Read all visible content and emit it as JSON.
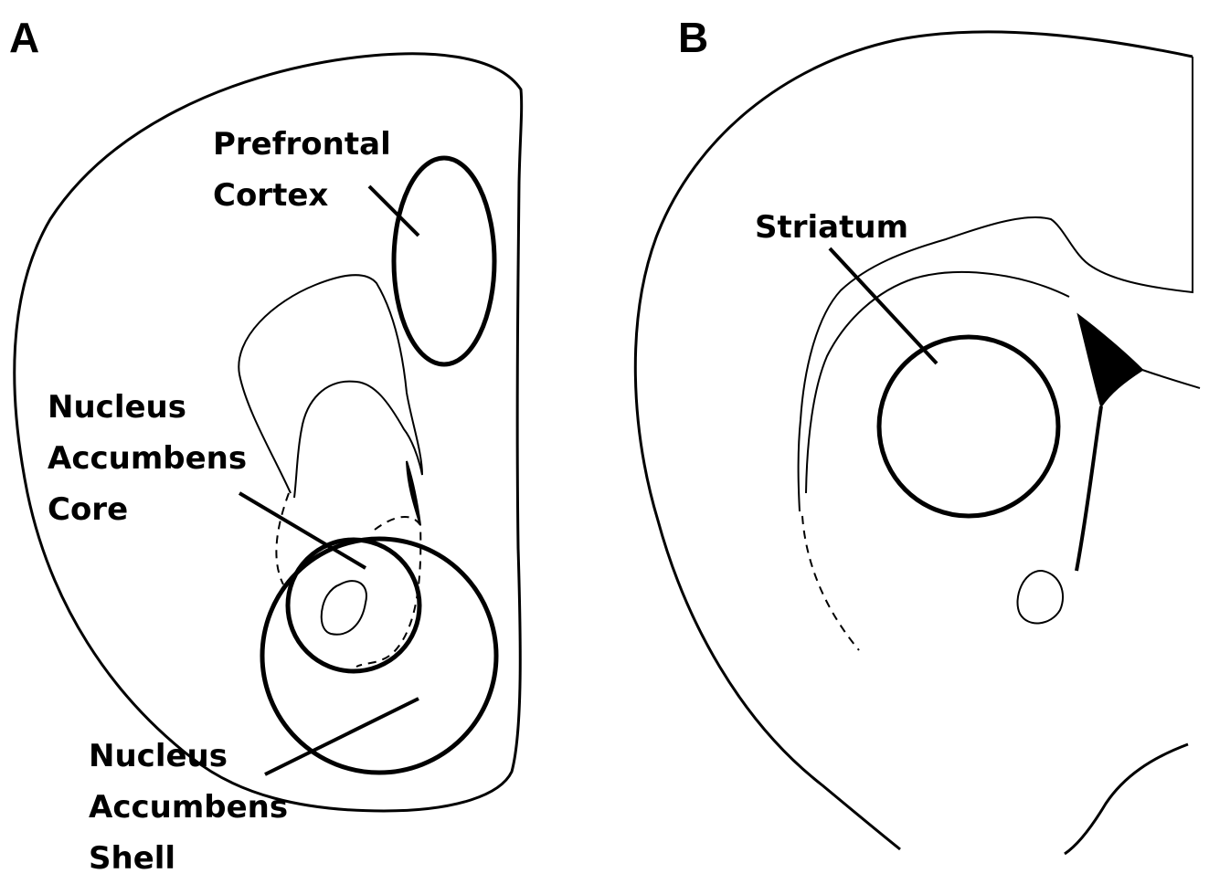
{
  "panels": {
    "a": {
      "letter": "A",
      "labels": {
        "prefrontal_cortex": [
          "Prefrontal",
          "Cortex"
        ],
        "nac_core": [
          "Nucleus",
          "Accumbens",
          "Core"
        ],
        "nac_shell": [
          "Nucleus",
          "Accumbens",
          "Shell"
        ]
      }
    },
    "b": {
      "letter": "B",
      "labels": {
        "striatum": [
          "Striatum"
        ]
      }
    }
  }
}
